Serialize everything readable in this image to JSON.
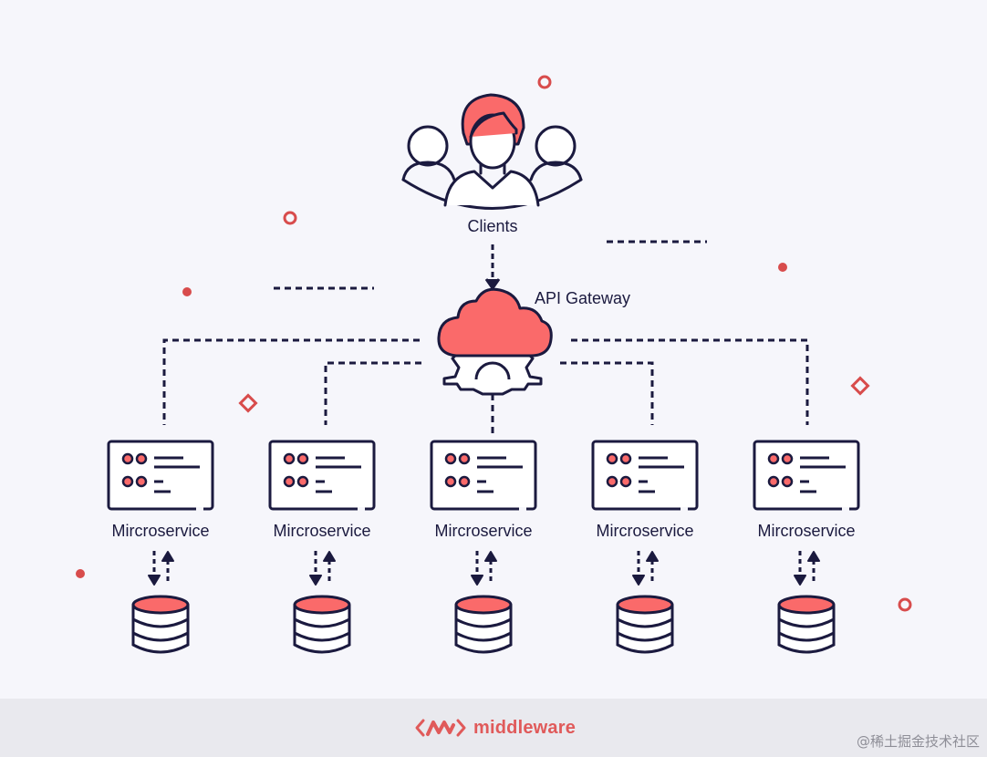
{
  "diagram": {
    "clients_label": "Clients",
    "gateway_label": "API Gateway",
    "microservices": [
      {
        "label": "Mircroservice"
      },
      {
        "label": "Mircroservice"
      },
      {
        "label": "Mircroservice"
      },
      {
        "label": "Mircroservice"
      },
      {
        "label": "Mircroservice"
      }
    ]
  },
  "colors": {
    "accent": "#fa6a6a",
    "outline": "#1b1a3f",
    "dot": "#d84c4c",
    "background": "#f6f6fb",
    "footer": "#e9e9ee"
  },
  "footer": {
    "brand": "middleware",
    "watermark": "@稀土掘金技术社区"
  },
  "icons": [
    "clients-icon",
    "cloud-gear-icon",
    "server-window-icon",
    "up-down-arrows-icon",
    "database-icon",
    "middleware-logo-icon"
  ]
}
